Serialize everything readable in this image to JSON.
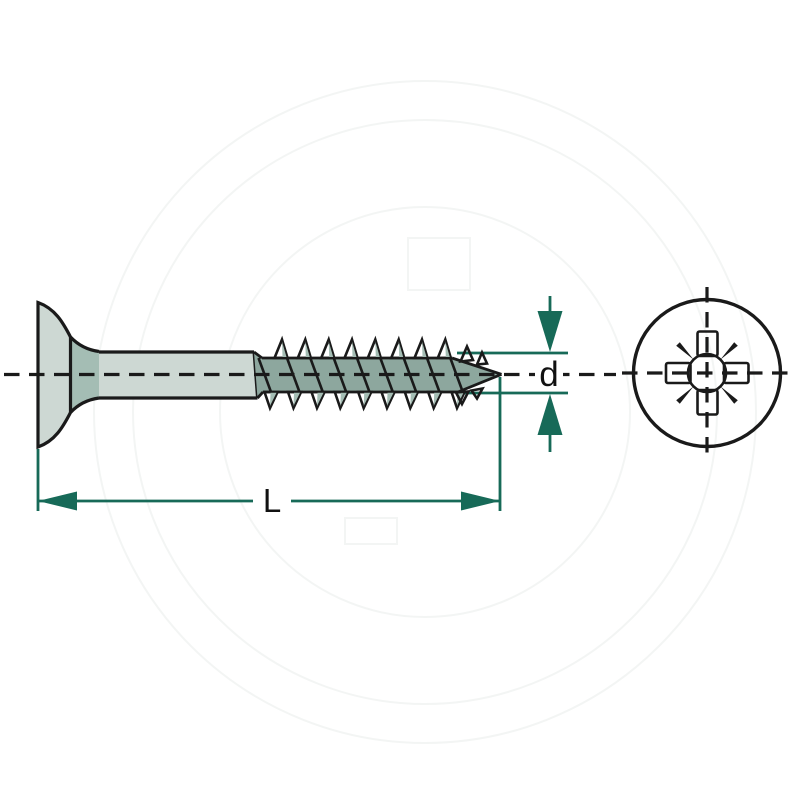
{
  "drawing": {
    "labels": {
      "length": "L",
      "diameter": "d"
    },
    "views": {
      "side_view": "countersunk-screw-side-view",
      "end_view": "pozidriv-head-end-view"
    },
    "colors": {
      "background": "#FFFFFF",
      "outline": "#1A1A1A",
      "dimension_accent": "#176A58",
      "fill_light": "#CDD8D3",
      "fill_mid": "#A4BDB4",
      "fill_dark": "#8DA79E",
      "watermark": "#F3F5F4"
    }
  }
}
